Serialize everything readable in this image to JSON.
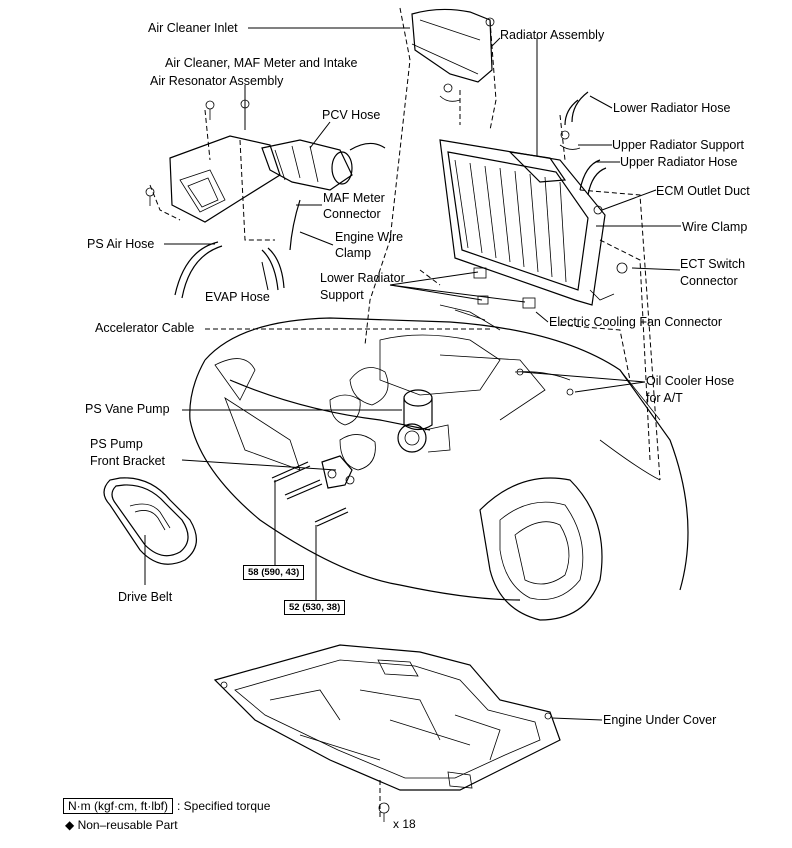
{
  "labels": {
    "air_cleaner_inlet": "Air Cleaner Inlet",
    "air_cleaner_maf_1": "Air Cleaner, MAF Meter and Intake",
    "air_cleaner_maf_2": "Air Resonator Assembly",
    "pcv_hose": "PCV Hose",
    "maf_connector_1": "MAF Meter",
    "maf_connector_2": "Connector",
    "engine_wire_clamp_1": "Engine Wire",
    "engine_wire_clamp_2": "Clamp",
    "ps_air_hose": "PS Air Hose",
    "evap_hose": "EVAP Hose",
    "lower_radiator_support_1": "Lower Radiator",
    "lower_radiator_support_2": "Support",
    "accelerator_cable": "Accelerator Cable",
    "ps_vane_pump": "PS Vane Pump",
    "ps_pump_bracket_1": "PS Pump",
    "ps_pump_bracket_2": "Front Bracket",
    "drive_belt": "Drive Belt",
    "radiator_assembly": "Radiator Assembly",
    "lower_radiator_hose": "Lower Radiator Hose",
    "upper_radiator_support": "Upper Radiator Support",
    "upper_radiator_hose": "Upper Radiator Hose",
    "ecm_outlet_duct": "ECM Outlet Duct",
    "wire_clamp": "Wire Clamp",
    "ect_switch_1": "ECT Switch",
    "ect_switch_2": "Connector",
    "electric_fan_connector": "Electric Cooling Fan Connector",
    "oil_cooler_hose_1": "Oil Cooler Hose",
    "oil_cooler_hose_2": "for A/T",
    "engine_under_cover": "Engine Under Cover"
  },
  "torque_specs": {
    "spec_58": "58 (590, 43)",
    "spec_52": "52 (530, 38)"
  },
  "legend": {
    "torque_units": "N·m (kgf·cm, ft·lbf)",
    "torque_desc": ": Specified torque",
    "non_reusable_symbol": "◆",
    "non_reusable_text": "Non–reusable Part",
    "clip_count": "x 18"
  }
}
